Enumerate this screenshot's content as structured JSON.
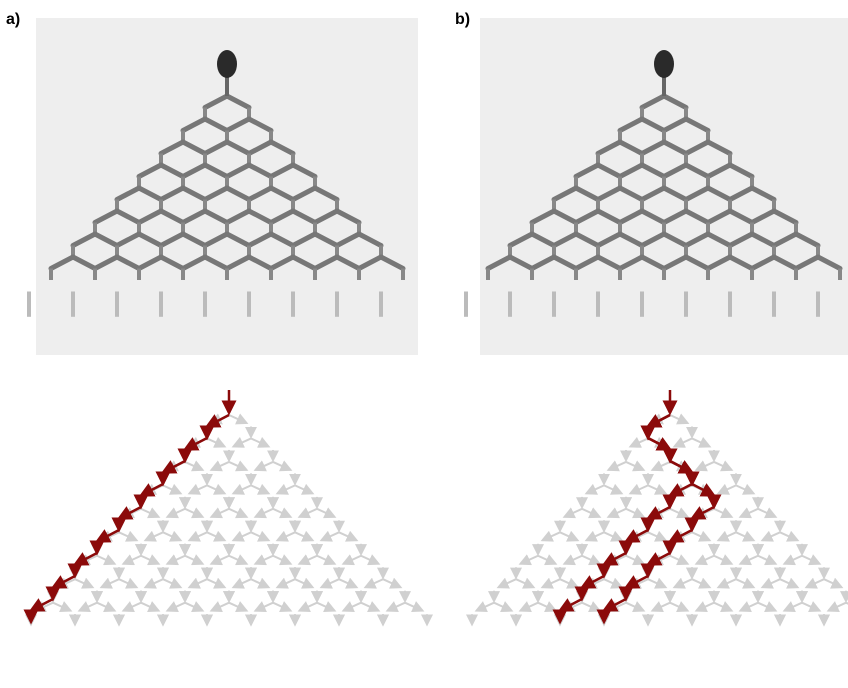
{
  "figure": {
    "panels": [
      {
        "label": "a)",
        "photo_description_colors": {
          "background": "#eeeeee",
          "bond": "#6a6a6a",
          "ball": "#2a2a2a"
        },
        "highlighted_path_count": 1
      },
      {
        "label": "b)",
        "photo_description_colors": {
          "background": "#eeeeee",
          "bond": "#6a6a6a",
          "ball": "#2a2a2a"
        },
        "highlighted_path_count": 2
      }
    ],
    "colors": {
      "lattice_arrow": "#d0d0d0",
      "path_arrow": "#8b0a0a"
    },
    "icons": [
      "hexagonal-lattice-photo",
      "ball-icon",
      "arrow-icon"
    ]
  }
}
